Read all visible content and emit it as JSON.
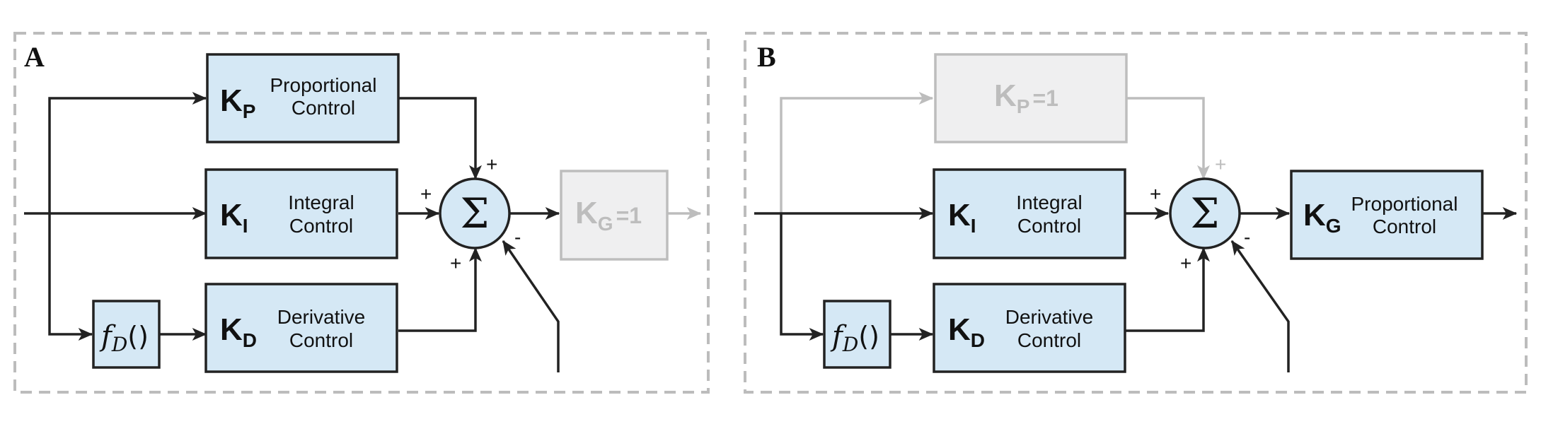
{
  "panels": [
    {
      "letter": "A",
      "proportional": {
        "k": "K",
        "sub": "P",
        "line1": "Proportional",
        "line2": "Control"
      },
      "integral": {
        "k": "K",
        "sub": "I",
        "line1": "Integral",
        "line2": "Control"
      },
      "derivative": {
        "k": "K",
        "sub": "D",
        "line1": "Derivative",
        "line2": "Control"
      },
      "filter": {
        "f": "f",
        "sub": "D",
        "parens": "()"
      },
      "sum": {
        "symbol": "Σ",
        "sign_top": "+",
        "sign_left": "+",
        "sign_bottom": "+",
        "sign_feedback": "-"
      },
      "gain": {
        "k": "K",
        "sub": "G",
        "suffix": "=1",
        "state": "disabled"
      }
    },
    {
      "letter": "B",
      "proportional": {
        "k": "K",
        "sub": "P",
        "suffix": "=1",
        "state": "disabled"
      },
      "integral": {
        "k": "K",
        "sub": "I",
        "line1": "Integral",
        "line2": "Control"
      },
      "derivative": {
        "k": "K",
        "sub": "D",
        "line1": "Derivative",
        "line2": "Control"
      },
      "filter": {
        "f": "f",
        "sub": "D",
        "parens": "()"
      },
      "sum": {
        "symbol": "Σ",
        "sign_top": "+",
        "sign_left": "+",
        "sign_bottom": "+",
        "sign_feedback": "-"
      },
      "gain": {
        "k": "K",
        "sub": "G",
        "line1": "Proportional",
        "line2": "Control"
      }
    }
  ],
  "colors": {
    "block_fill": "#d5e8f5",
    "stroke": "#222222",
    "disabled_fill": "#efeff0",
    "disabled_stroke": "#bdbdbd",
    "frame": "#bcbcbc"
  }
}
